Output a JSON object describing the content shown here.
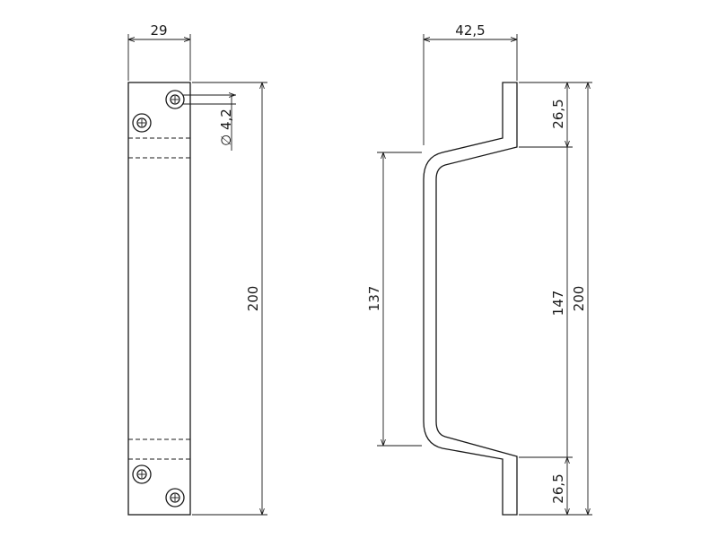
{
  "drawing": {
    "front_view": {
      "width_label": "29",
      "height_label": "200",
      "hole_diameter_label": "∅ 4,2"
    },
    "side_view": {
      "depth_label": "42,5",
      "top_foot_label": "26,5",
      "bottom_foot_label": "26,5",
      "grip_length_label": "137",
      "inner_length_label": "147",
      "total_height_label": "200"
    }
  }
}
